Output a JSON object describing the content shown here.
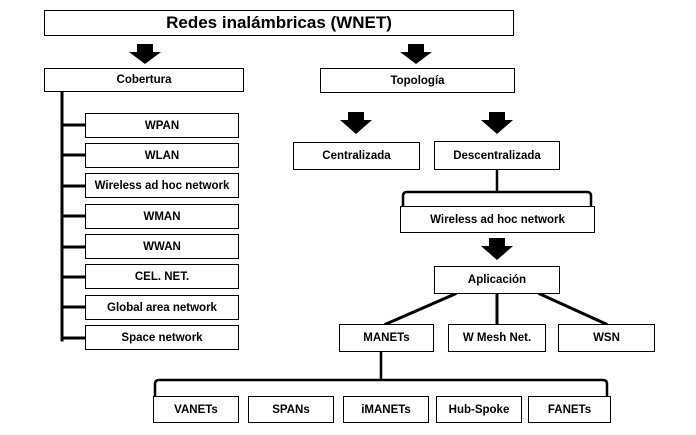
{
  "title": "Redes inalámbricas (WNET)",
  "cobertura": {
    "label": "Cobertura",
    "items": [
      "WPAN",
      "WLAN",
      "Wireless ad hoc network",
      "WMAN",
      "WWAN",
      "CEL. NET.",
      "Global area network",
      "Space network"
    ]
  },
  "topologia": {
    "label": "Topología",
    "centralizada": "Centralizada",
    "descentralizada": "Descentralizada",
    "adhoc": "Wireless ad hoc network",
    "aplicacion": "Aplicación",
    "apps": [
      "MANETs",
      "W Mesh Net.",
      "WSN"
    ],
    "manets": [
      "VANETs",
      "SPANs",
      "iMANETs",
      "Hub-Spoke",
      "FANETs"
    ]
  }
}
